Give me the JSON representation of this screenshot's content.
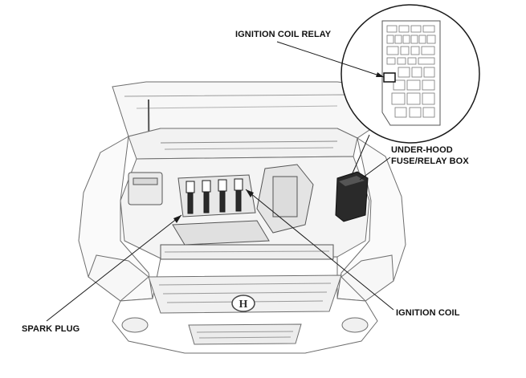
{
  "labels": {
    "ignition_coil_relay": "IGNITION COIL RELAY",
    "fuse_box_line1": "UNDER-HOOD",
    "fuse_box_line2": "FUSE/RELAY BOX",
    "spark_plug": "SPARK PLUG",
    "ignition_coil": "IGNITION COIL"
  },
  "emblem": "H",
  "colors": {
    "line": "#1a1a1a",
    "outline": "#6e6e6e",
    "light_outline": "#9a9a9a",
    "fill": "#f2f2f2",
    "dark_part": "#2a2a2a"
  }
}
